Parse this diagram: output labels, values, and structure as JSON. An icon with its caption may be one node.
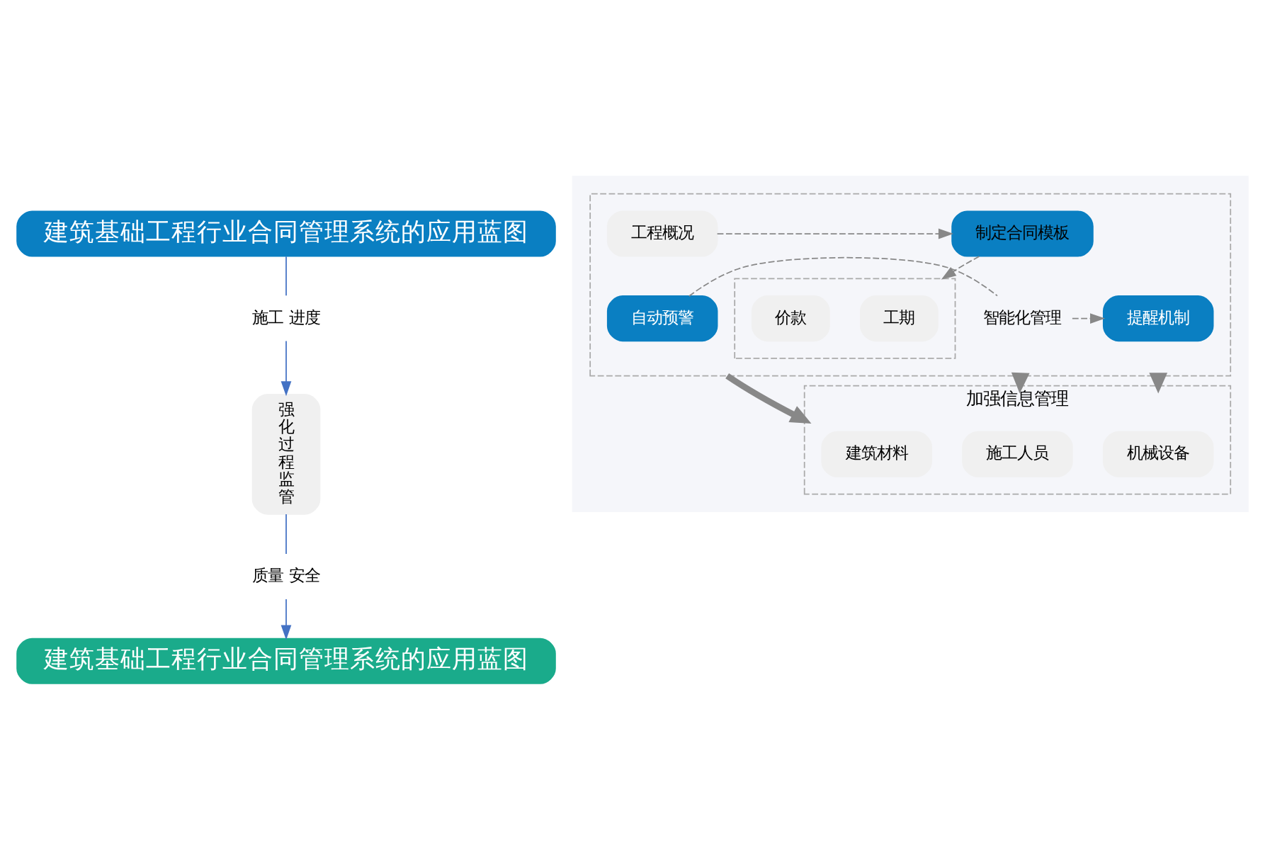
{
  "diagram": {
    "nodes": [
      {
        "text": [
          "建筑基础工程行业合同管理系统的应用蓝图"
        ]
      },
      {
        "text": [
          "施工 进度"
        ]
      },
      {
        "text": [
          "强化过程监管"
        ]
      },
      {
        "text": [
          "质量 安全"
        ]
      },
      {
        "text": [
          "建筑基础工程行业合同管理系统的应用蓝图"
        ]
      },
      {
        "text": [],
        "shape": "box"
      },
      {
        "text": [],
        "shape": "box",
        "in": 5
      },
      {
        "text": [
          "工程概况"
        ],
        "in": 6
      },
      {
        "text": [
          "制定合同模板"
        ],
        "in": 6
      },
      {
        "text": [],
        "shape": "box",
        "in": 6
      },
      {
        "text": [
          "工期"
        ],
        "in": 9
      },
      {
        "text": [
          "价款"
        ],
        "in": 9
      },
      {
        "text": [
          "自动预警"
        ],
        "in": 6
      },
      {
        "text": [
          "智能化管理"
        ],
        "in": 6
      },
      {
        "text": [
          "提醒机制"
        ],
        "in": 6
      },
      {
        "text": [
          "加强信息管理"
        ],
        "in": 5
      },
      {
        "text": [
          "建筑材料"
        ],
        "in": 15
      },
      {
        "text": [
          "施工人员"
        ],
        "in": 15
      },
      {
        "text": [
          "机械设备"
        ],
        "in": 15
      }
    ],
    "edges": [
      {
        "from": 0,
        "to": 1,
        "arrow": "none",
        "color": "#4472c4"
      },
      {
        "from": 1,
        "to": 2,
        "arrow": "to",
        "color": "#4472c4"
      },
      {
        "from": 2,
        "to": 3,
        "arrow": "none",
        "color": "#4472c4"
      },
      {
        "from": 3,
        "to": 4,
        "arrow": "to",
        "color": "#4472c4"
      },
      {
        "from": 7,
        "to": 8,
        "arrow": "to",
        "style": "dashed"
      },
      {
        "from": 8,
        "to": 9,
        "arrow": "to",
        "style": "dashed"
      },
      {
        "from": 12,
        "to": 13,
        "arrow": "none",
        "style": "dashed"
      },
      {
        "from": 13,
        "to": 14,
        "arrow": "to",
        "style": "dashed"
      },
      {
        "from": 6,
        "to": 15,
        "arrow": "to",
        "style": "thick"
      },
      {
        "from": 6,
        "to": 15,
        "arrow": "to",
        "style": "thick"
      },
      {
        "from": 6,
        "to": 15,
        "arrow": "to",
        "style": "thick"
      }
    ]
  }
}
